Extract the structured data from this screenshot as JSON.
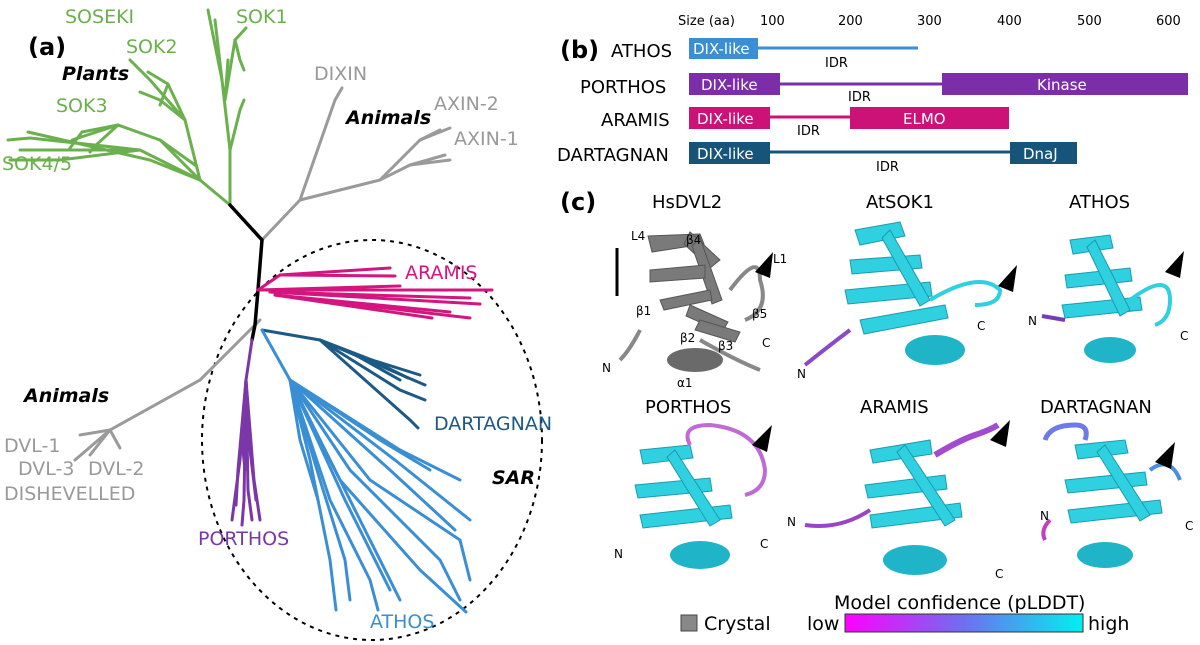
{
  "panels": {
    "a": "(a)",
    "b": "(b)",
    "c": "(c)"
  },
  "colors": {
    "plants": "#6ab04c",
    "animals": "#999999",
    "aramis": "#d4157f",
    "dartagnan": "#1c5a86",
    "porthos": "#7b36a8",
    "athos": "#3a8fd4",
    "kinase": "#7b2ea8",
    "elmo": "#cc1177",
    "dnaj": "#17547a"
  },
  "tree": {
    "labels": {
      "soseki": "SOSEKI",
      "sok1": "SOK1",
      "sok2": "SOK2",
      "sok3": "SOK3",
      "sok45": "SOK4/5",
      "dixin": "DIXIN",
      "axin2": "AXIN-2",
      "axin1": "AXIN-1",
      "aramis": "ARAMIS",
      "dartagnan": "DARTAGNAN",
      "porthos": "PORTHOS",
      "athos": "ATHOS",
      "dvl1": "DVL-1",
      "dvl3": "DVL-3",
      "dvl2": "DVL-2",
      "dishevelled": "DISHEVELLED"
    },
    "groups": {
      "plants": "Plants",
      "animals_top": "Animals",
      "animals_bottom": "Animals",
      "sar": "SAR"
    }
  },
  "domains": {
    "axis_title": "Size (aa)",
    "ticks": [
      "100",
      "200",
      "300",
      "400",
      "500",
      "600"
    ],
    "proteins": [
      {
        "name": "ATHOS",
        "idr": "IDR",
        "dix": "DIX-like"
      },
      {
        "name": "PORTHOS",
        "idr": "IDR",
        "dix": "DIX-like",
        "extra": "Kinase"
      },
      {
        "name": "ARAMIS",
        "idr": "IDR",
        "dix": "DIX-like",
        "extra": "ELMO"
      },
      {
        "name": "DARTAGNAN",
        "idr": "IDR",
        "dix": "DIX-like",
        "extra": "DnaJ"
      }
    ]
  },
  "structures": {
    "titles": [
      "HsDVL2",
      "AtSOK1",
      "ATHOS",
      "PORTHOS",
      "ARAMIS",
      "DARTAGNAN"
    ],
    "labels": {
      "l4": "L4",
      "b4": "β4",
      "l1": "L1",
      "b1": "β1",
      "b5": "β5",
      "b2": "β2",
      "b3": "β3",
      "c": "C",
      "n": "N",
      "a1": "α1"
    },
    "legend": {
      "crystal": "Crystal",
      "confidence": "Model confidence (pLDDT)",
      "low": "low",
      "high": "high"
    }
  }
}
